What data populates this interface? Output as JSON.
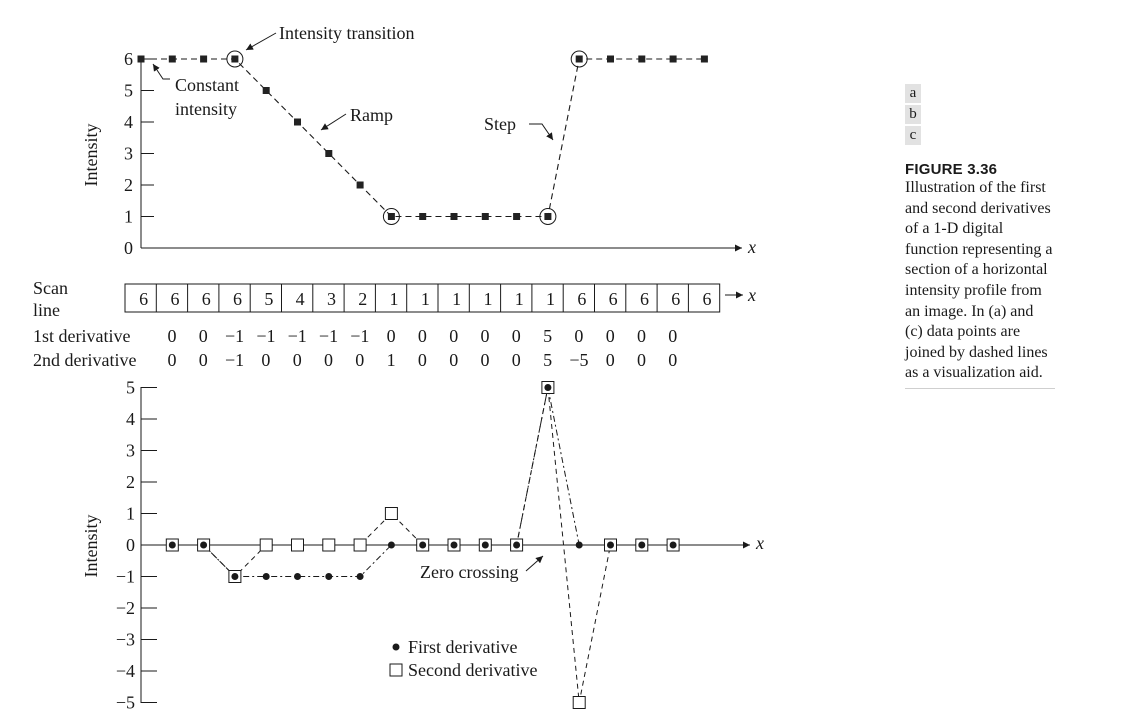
{
  "chart_data": [
    {
      "type": "line",
      "panel": "a",
      "ylabel": "Intensity",
      "xlabel": "x",
      "yticks": [
        "0",
        "1",
        "2",
        "3",
        "4",
        "5",
        "6"
      ],
      "ylim": [
        0,
        6
      ],
      "x": [
        0,
        1,
        2,
        3,
        4,
        5,
        6,
        7,
        8,
        9,
        10,
        11,
        12,
        13,
        14,
        15,
        16,
        17,
        18
      ],
      "values": [
        6,
        6,
        6,
        6,
        5,
        4,
        3,
        2,
        1,
        1,
        1,
        1,
        1,
        1,
        6,
        6,
        6,
        6,
        6
      ],
      "circled_points": [
        3,
        8,
        13,
        14
      ],
      "annotations": {
        "transition": "Intensity transition",
        "constant_1": "Constant",
        "constant_2": "intensity",
        "ramp": "Ramp",
        "step": "Step"
      }
    },
    {
      "type": "table",
      "panel": "b",
      "scan_line_label_1": "Scan",
      "scan_line_label_2": "line",
      "scan_line": [
        "6",
        "6",
        "6",
        "6",
        "5",
        "4",
        "3",
        "2",
        "1",
        "1",
        "1",
        "1",
        "1",
        "1",
        "6",
        "6",
        "6",
        "6",
        "6"
      ],
      "first_label": "1st derivative",
      "first": [
        "0",
        "0",
        "−1",
        "−1",
        "−1",
        "−1",
        "−1",
        "0",
        "0",
        "0",
        "0",
        "0",
        "5",
        "0",
        "0",
        "0",
        "0"
      ],
      "second_label": "2nd derivative",
      "second": [
        "0",
        "0",
        "−1",
        "0",
        "0",
        "0",
        "0",
        "1",
        "0",
        "0",
        "0",
        "0",
        "5",
        "−5",
        "0",
        "0",
        "0"
      ],
      "xlabel": "x"
    },
    {
      "type": "line",
      "panel": "c",
      "ylabel": "Intensity",
      "xlabel": "x",
      "yticks": [
        "5",
        "4",
        "3",
        "2",
        "1",
        "0",
        "−1",
        "−2",
        "−3",
        "−4",
        "−5"
      ],
      "ylim": [
        -5,
        5
      ],
      "x": [
        1,
        2,
        3,
        4,
        5,
        6,
        7,
        8,
        9,
        10,
        11,
        12,
        13,
        14,
        15,
        16,
        17
      ],
      "series": [
        {
          "name": "First derivative",
          "values": [
            0,
            0,
            -1,
            -1,
            -1,
            -1,
            -1,
            0,
            0,
            0,
            0,
            0,
            5,
            0,
            0,
            0,
            0
          ]
        },
        {
          "name": "Second derivative",
          "values": [
            0,
            0,
            -1,
            0,
            0,
            0,
            0,
            1,
            0,
            0,
            0,
            0,
            5,
            -5,
            0,
            0,
            0
          ]
        }
      ],
      "annotations": {
        "zero_crossing": "Zero crossing"
      }
    }
  ],
  "caption": {
    "panels": [
      "a",
      "b",
      "c"
    ],
    "label": "FIGURE 3.36",
    "text": "Illustration of the first and second derivatives of a 1-D digital function representing a section of a horizontal intensity profile from an image. In (a) and (c) data points are joined by dashed lines as a visualization aid."
  }
}
